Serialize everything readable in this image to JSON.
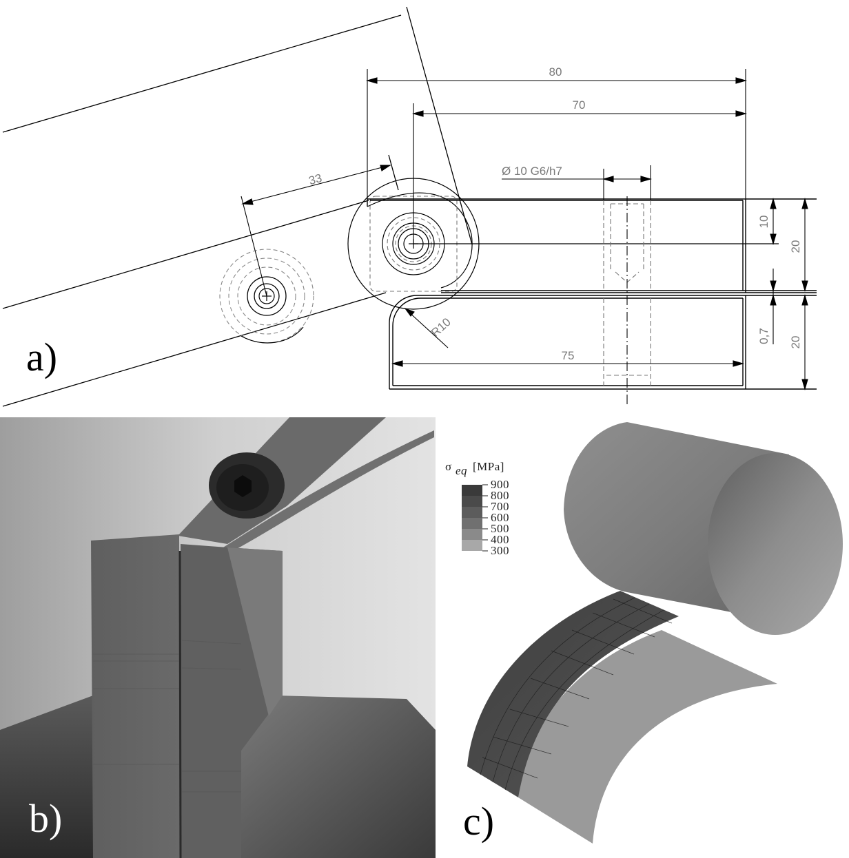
{
  "panels": {
    "a": "a)",
    "b": "b)",
    "c": "c)"
  },
  "drawing": {
    "dimensions": {
      "d80": "80",
      "d70": "70",
      "d33": "33",
      "d10": "10",
      "d20_top": "20",
      "d20_bottom": "20",
      "d07": "0,7",
      "d75": "75",
      "radius": "R10",
      "bore": "Ø 10 G6/h7"
    }
  },
  "legend": {
    "title_sym": "σ",
    "title_sub": "eq",
    "title_unit": "[MPa]",
    "levels": [
      "900",
      "800",
      "700",
      "600",
      "500",
      "400",
      "300"
    ],
    "colors": [
      "#3a3a3a",
      "#4a4a4a",
      "#5c5c5c",
      "#707070",
      "#8a8a8a",
      "#a8a8a8",
      "#c8c8c8"
    ]
  }
}
